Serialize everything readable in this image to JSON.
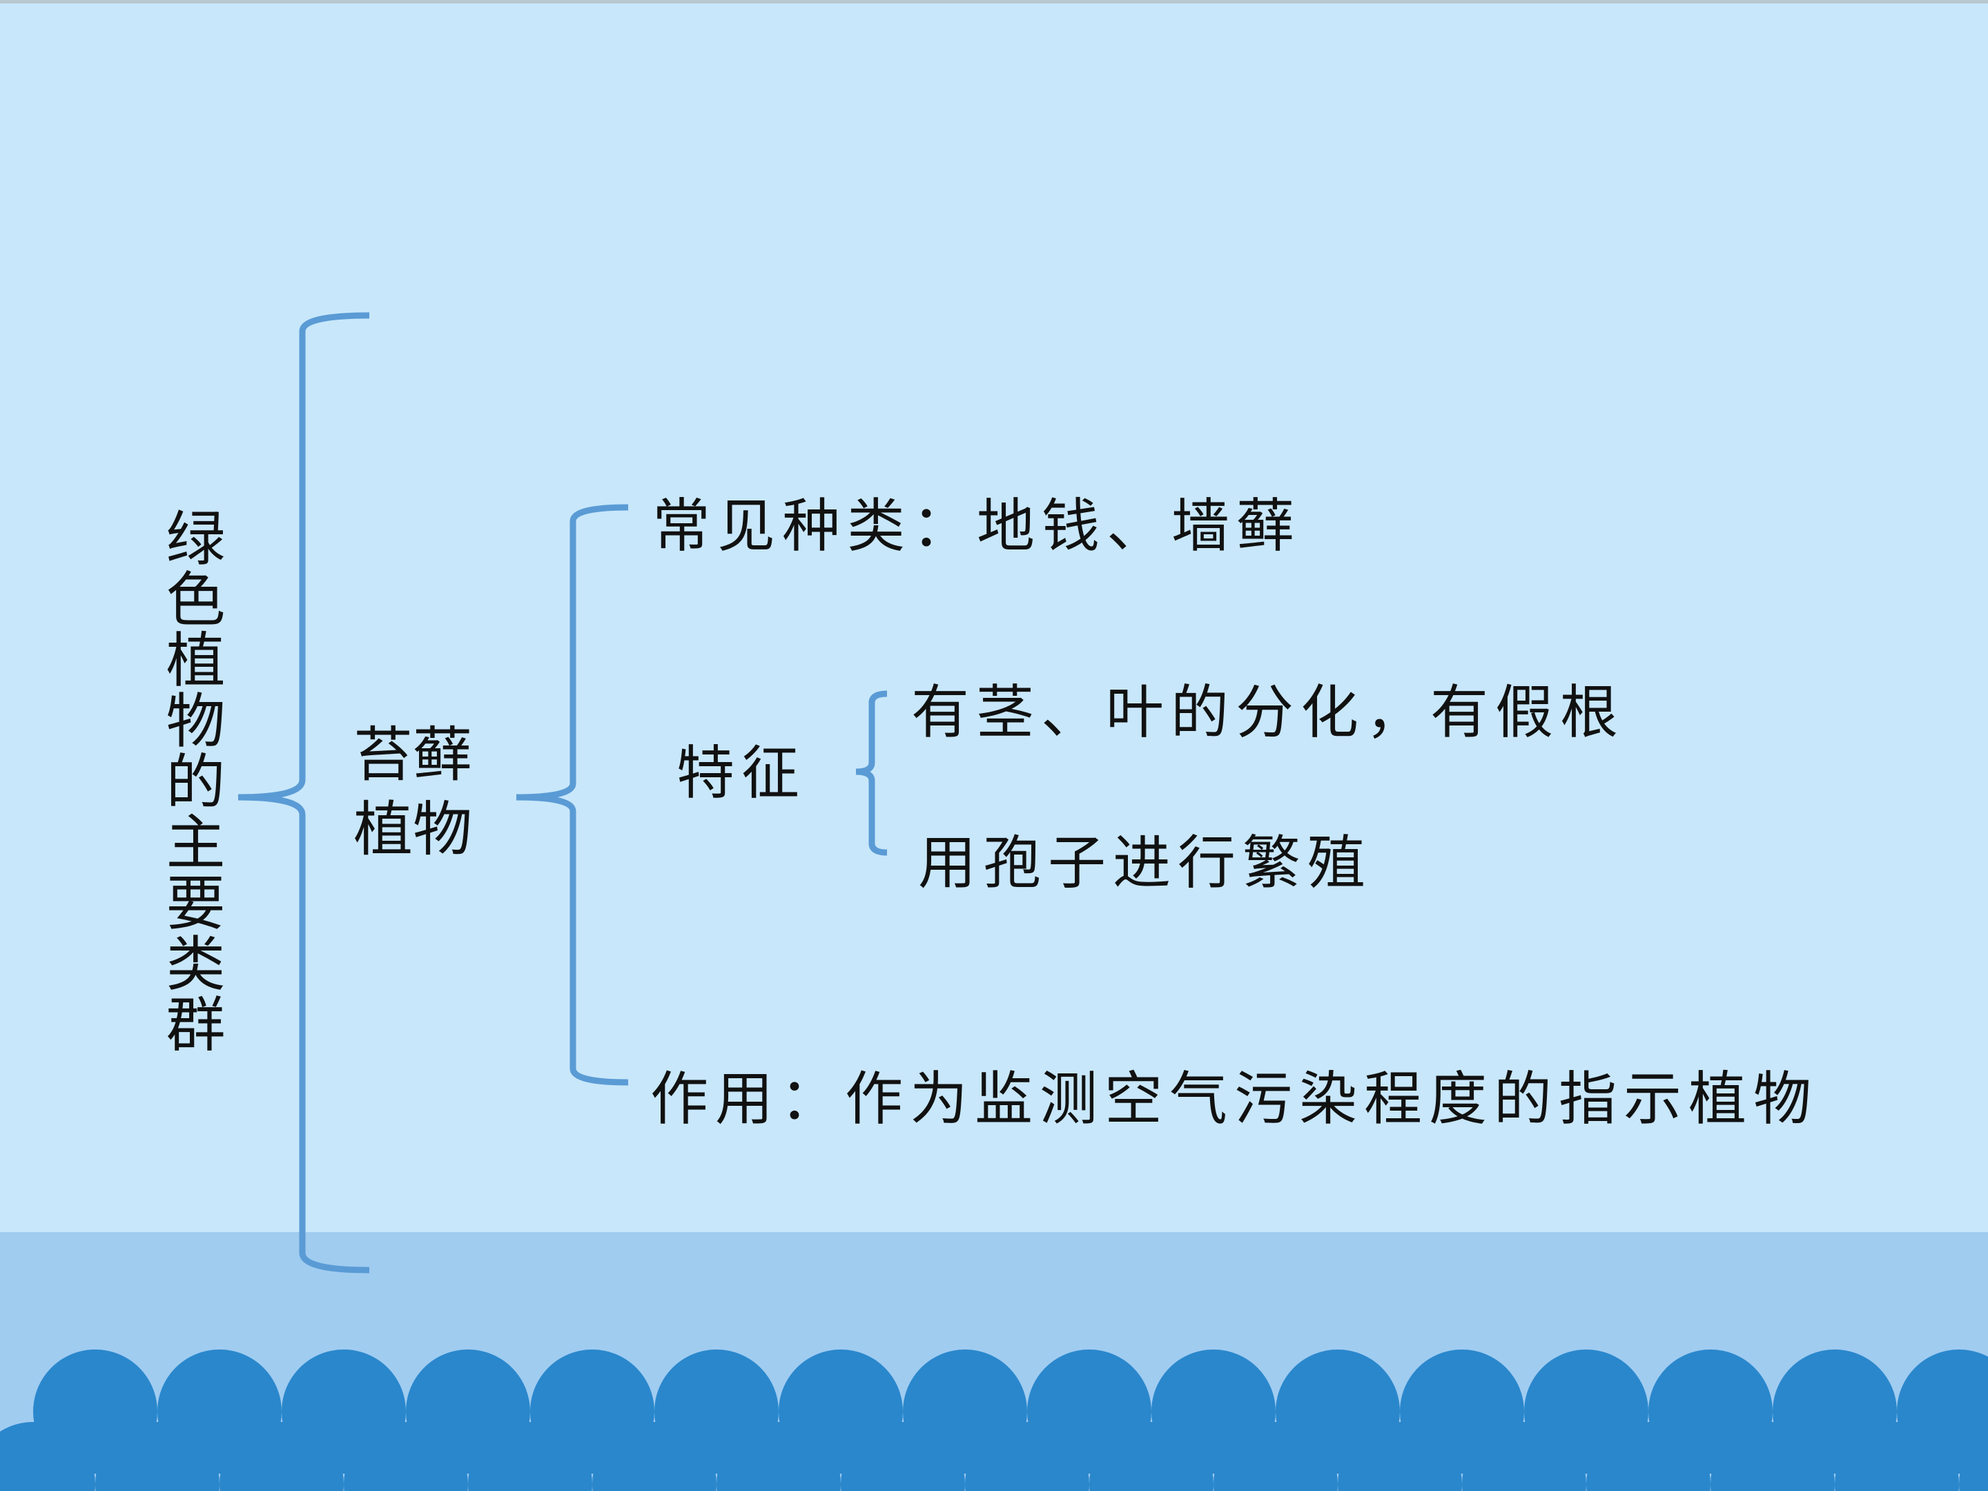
{
  "colors": {
    "background": "#c8e7fa",
    "band": "#a0ccf0",
    "wave": "#2a87cc",
    "bracket": "#5a9bd5"
  },
  "diagram": {
    "root": "绿色植物的主要类群",
    "group": "苔藓植物",
    "common_types": "常见种类：地钱、墙藓",
    "features_label": "特征",
    "features": [
      "有茎、叶的分化，有假根",
      "用孢子进行繁殖"
    ],
    "use": "作用：作为监测空气污染程度的指示植物"
  }
}
